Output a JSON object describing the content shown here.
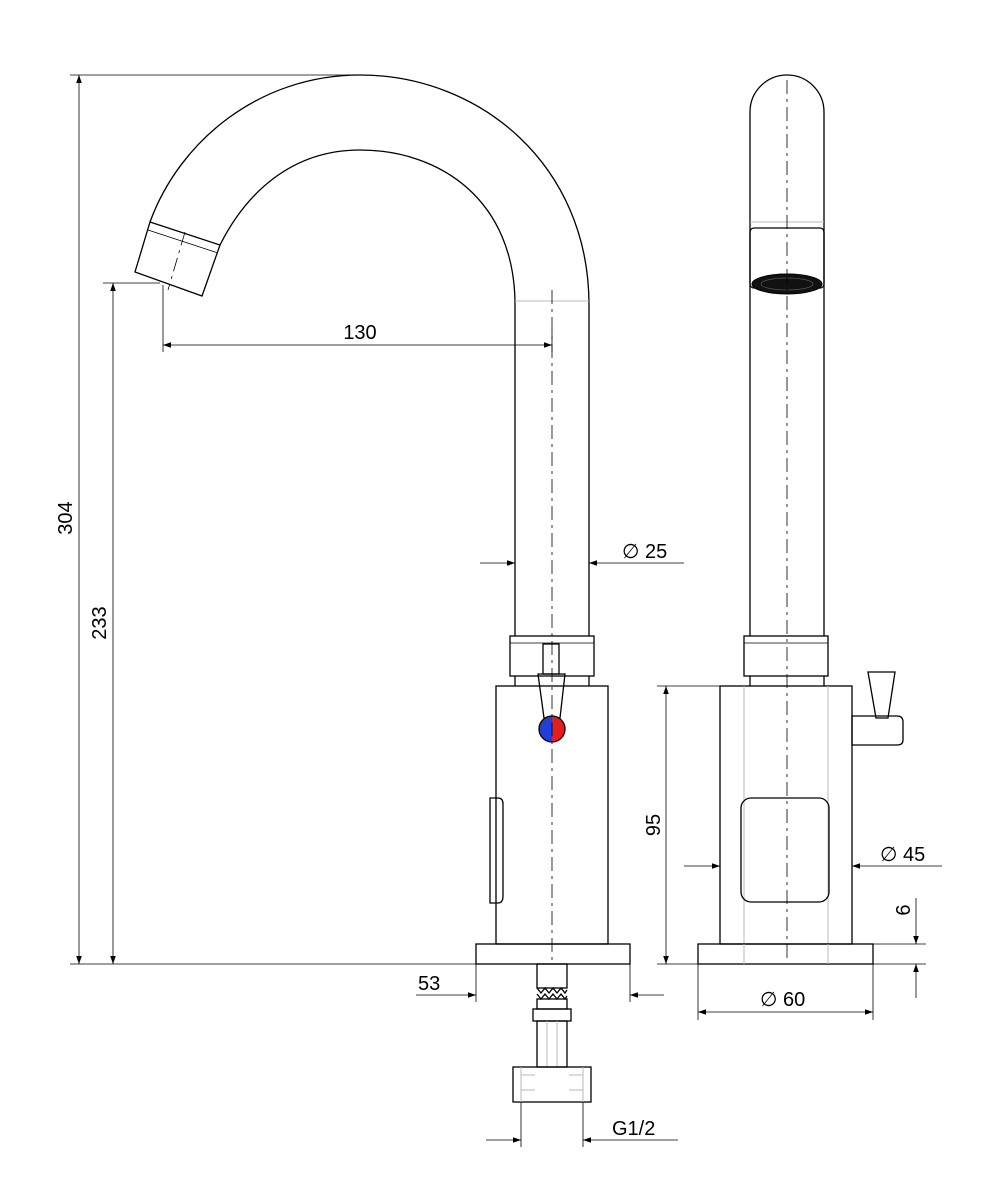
{
  "dimensions": {
    "total_height": "304",
    "spout_height": "233",
    "spout_reach": "130",
    "pipe_diameter": "∅ 25",
    "base_height": "95",
    "body_diameter": "∅ 45",
    "plate_thickness": "6",
    "plate_diameter": "∅ 60",
    "plate_width": "53",
    "thread": "G1/2"
  },
  "colors": {
    "line": "#000000",
    "construction": "#b8b8b8",
    "hot": "#e02020",
    "cold": "#1f3fd8"
  }
}
